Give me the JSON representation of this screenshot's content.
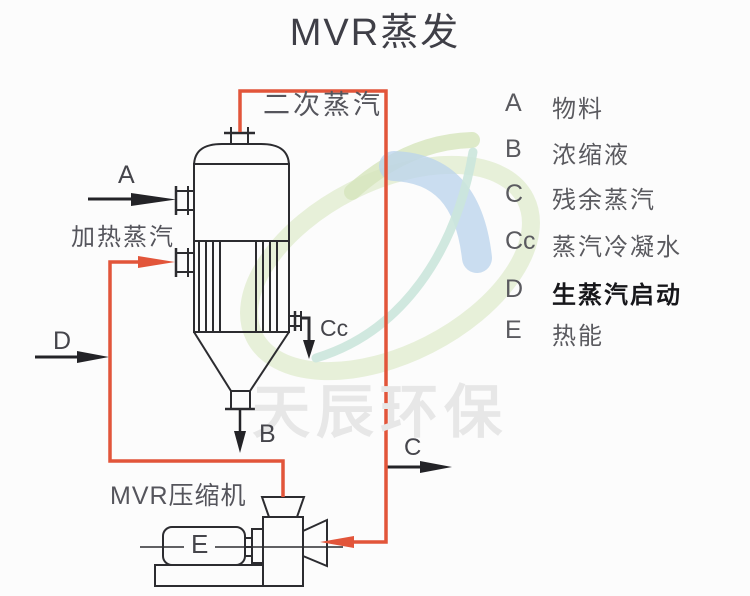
{
  "title": "MVR蒸发",
  "watermark_text": "天辰环保",
  "colors": {
    "pipe_red": "#e2553a",
    "line_dark": "#2c2c30",
    "label_gray": "#55555c",
    "legend_gray": "#5a5a5f",
    "legend_emphasis": "#17171b",
    "watermark_green": "#d6e5bc",
    "watermark_blue": "#bad3ec",
    "watermark_teal": "#cbe5dc"
  },
  "diagram": {
    "labels": {
      "secondary_steam": "二次蒸汽",
      "heating_steam": "加热蒸汽",
      "compressor": "MVR压缩机"
    },
    "streams": {
      "a": "A",
      "b": "B",
      "c": "C",
      "cc": "Cc",
      "d": "D",
      "e": "E"
    }
  },
  "legend": {
    "items": [
      {
        "key": "A",
        "label": "物料"
      },
      {
        "key": "B",
        "label": "浓缩液"
      },
      {
        "key": "C",
        "label": "残余蒸汽"
      },
      {
        "key": "Cc",
        "label": "蒸汽冷凝水"
      },
      {
        "key": "D",
        "label": "生蒸汽启动"
      },
      {
        "key": "E",
        "label": "热能"
      }
    ]
  }
}
